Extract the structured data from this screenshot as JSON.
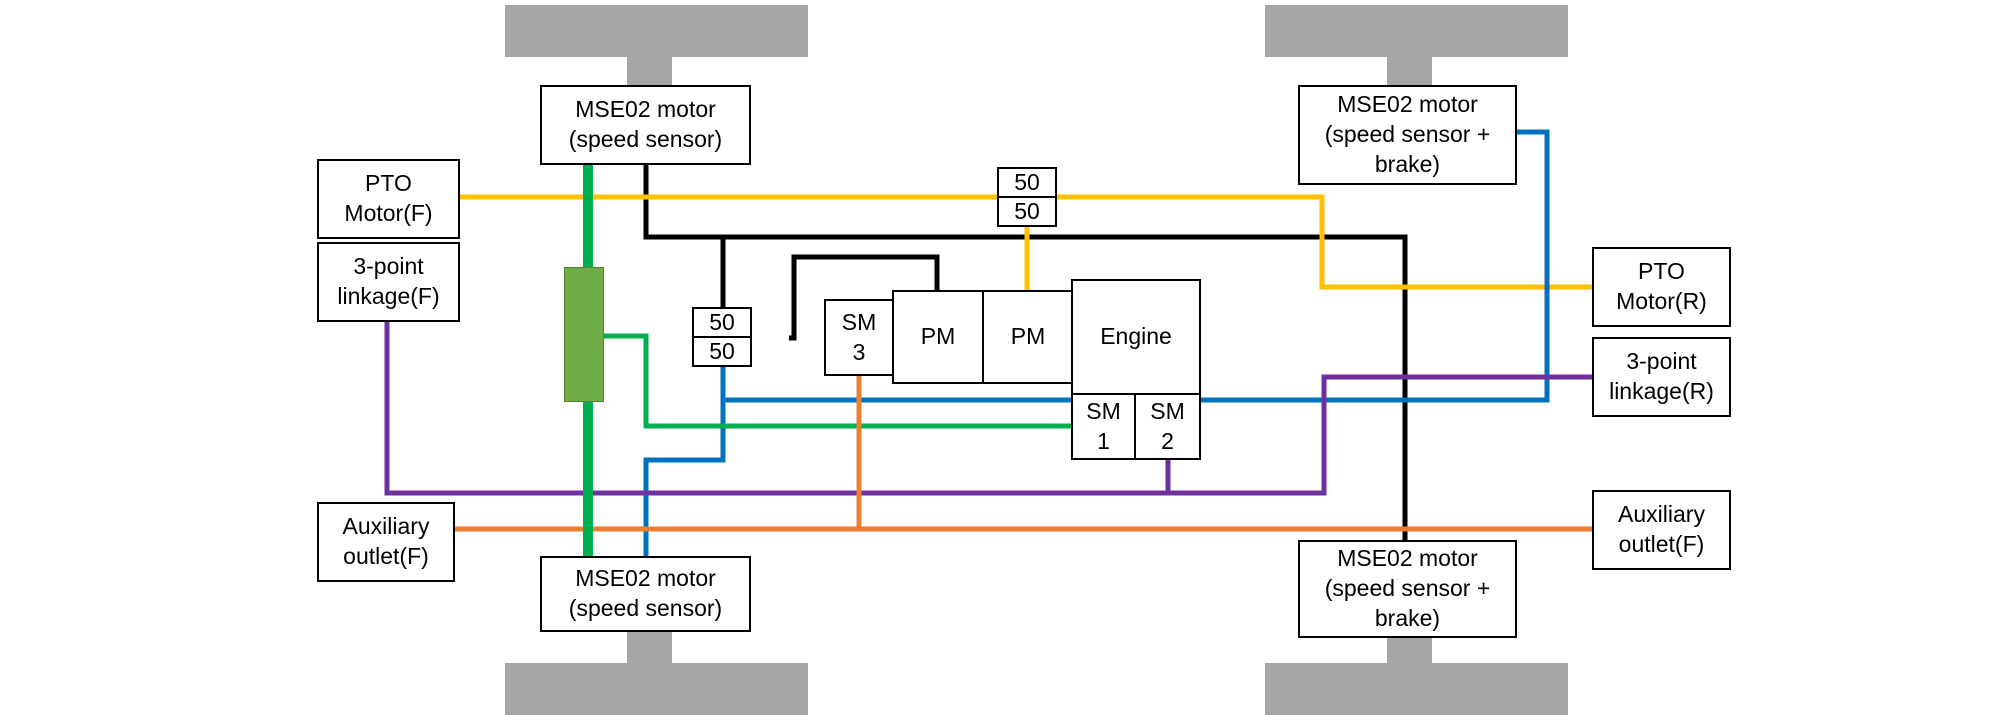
{
  "motors": {
    "front_left": "MSE02 motor\n(speed sensor)",
    "rear_left": "MSE02 motor\n(speed sensor)",
    "front_right": "MSE02 motor\n(speed sensor +\nbrake)",
    "rear_right": "MSE02 motor\n(speed sensor +\nbrake)"
  },
  "pto": {
    "front": "PTO\nMotor(F)",
    "rear": "PTO\nMotor(R)"
  },
  "linkage": {
    "front": "3-point\nlinkage(F)",
    "rear": "3-point\nlinkage(R)"
  },
  "auxiliary": {
    "front": "Auxiliary\noutlet(F)",
    "rear": "Auxiliary\noutlet(F)"
  },
  "splitters": {
    "top": {
      "upper": "50",
      "lower": "50"
    },
    "left": {
      "upper": "50",
      "lower": "50"
    }
  },
  "powertrain": {
    "sm3": "SM\n3",
    "pm1": "PM",
    "pm2": "PM",
    "engine": "Engine",
    "sm1": "SM\n1",
    "sm2": "SM\n2"
  },
  "line_colors": {
    "black": "#000000",
    "green": "#00b050",
    "yellow": "#ffc000",
    "blue": "#0070c0",
    "purple": "#7030a0",
    "orange": "#ed7d31",
    "wheel": "#a6a6a6",
    "gearbox": "#70ad47"
  }
}
